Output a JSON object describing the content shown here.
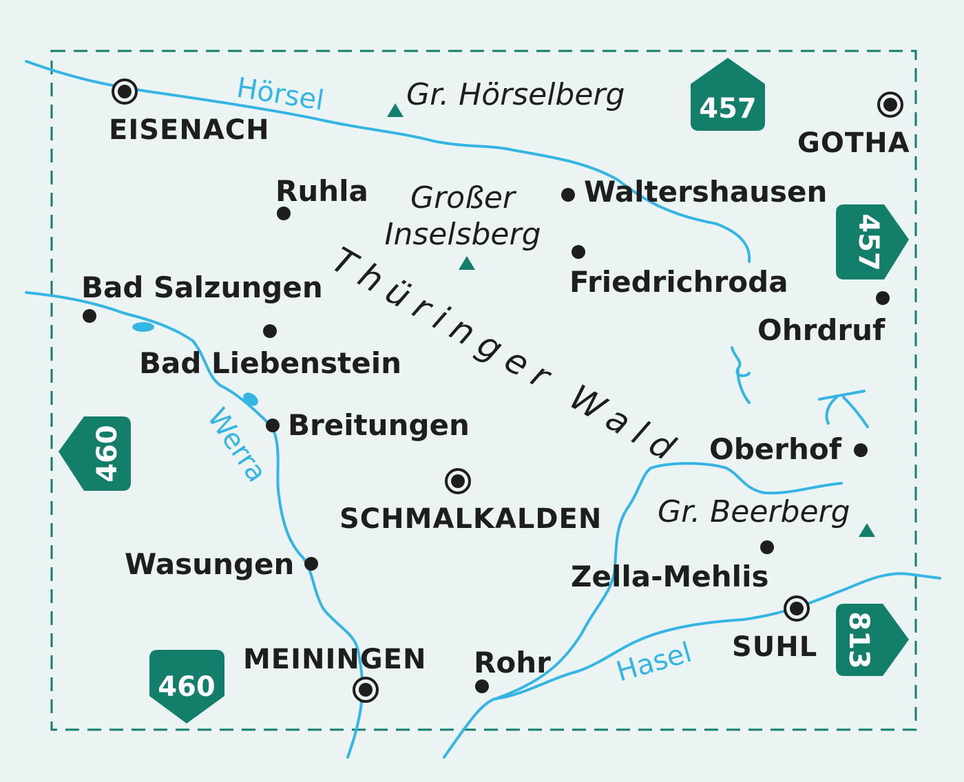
{
  "colors": {
    "background": "#ebf3f3",
    "river": "#35b5e4",
    "shield": "#137e6a",
    "border": "#137e6a",
    "text": "#1e1e1e"
  },
  "icons": {
    "city_marker": "circle-dot-icon",
    "town_marker": "dot-icon",
    "peak_marker": "triangle-icon",
    "sheet_marker": "arrow-shield-icon"
  },
  "cities": {
    "eisenach": "EISENACH",
    "gotha": "GOTHA",
    "schmalkalden": "SCHMALKALDEN",
    "meiningen": "MEININGEN",
    "suhl": "SUHL"
  },
  "towns": {
    "ruhla": "Ruhla",
    "waltershausen": "Waltershausen",
    "friedrichroda": "Friedrichroda",
    "ohrdruf": "Ohrdruf",
    "bad_salzungen": "Bad Salzungen",
    "bad_liebenstein": "Bad Liebenstein",
    "breitungen": "Breitungen",
    "oberhof": "Oberhof",
    "wasungen": "Wasungen",
    "zella_mehlis": "Zella-Mehlis",
    "rohr": "Rohr"
  },
  "peaks": {
    "hoerselberg": "Gr. Hörselberg",
    "inselsberg_line1": "Großer",
    "inselsberg_line2": "Inselsberg",
    "beerberg": "Gr. Beerberg"
  },
  "rivers": {
    "hoersel": "Hörsel",
    "werra": "Werra",
    "hasel": "Hasel"
  },
  "range": "Thüringer Wald",
  "sheets": {
    "north": "457",
    "east": "457",
    "west": "460",
    "south": "460",
    "southeast": "813"
  }
}
